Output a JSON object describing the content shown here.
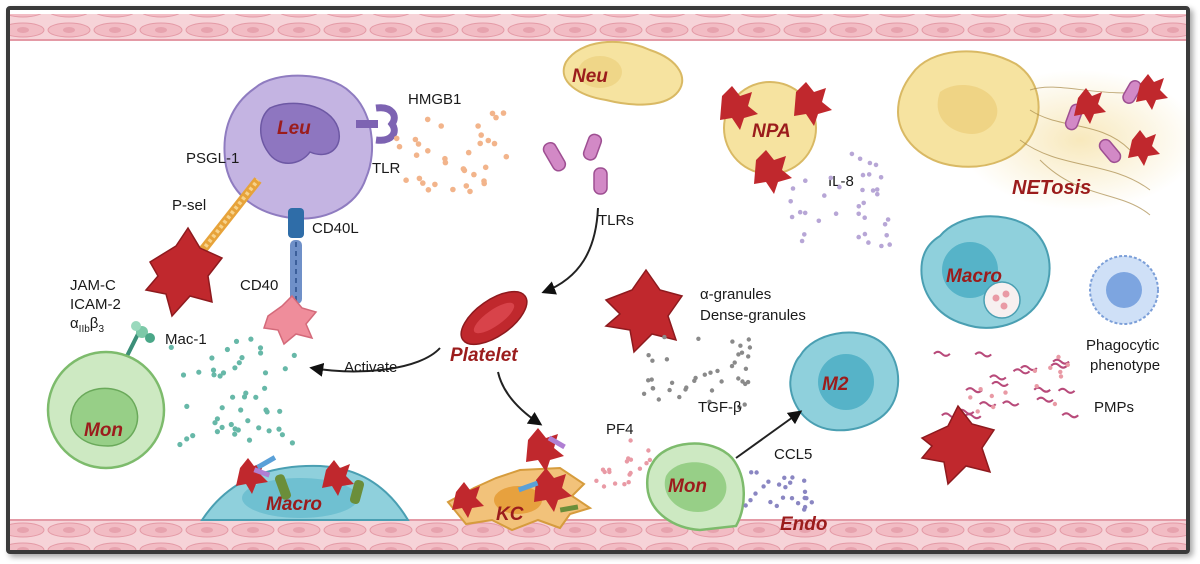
{
  "cells": {
    "leu": "Leu",
    "neu": "Neu",
    "npa": "NPA",
    "netosis": "NETosis",
    "macro_right": "Macro",
    "macro_bottom": "Macro",
    "mon_left": "Mon",
    "mon_bottom": "Mon",
    "m2": "M2",
    "kc": "KC",
    "endo": "Endo",
    "platelet": "Platelet"
  },
  "labels": {
    "hmgb1": "HMGB1",
    "tlr": "TLR",
    "psgl1": "PSGL-1",
    "psel": "P-sel",
    "cd40l": "CD40L",
    "cd40": "CD40",
    "jamc": "JAM-C",
    "icam2": "ICAM-2",
    "alpha": "α",
    "alpha_sub": "IIb",
    "beta": "β",
    "beta_sub": "3",
    "mac1": "Mac-1",
    "activate": "Activate",
    "tlrs": "TLRs",
    "il8": "IL-8",
    "alpha_granules": "α-granules",
    "dense_granules": "Dense-granules",
    "pf4": "PF4",
    "tgfb": "TGF-β",
    "ccl5": "CCL5",
    "phago1": "Phagocytic",
    "phago2": "phenotype",
    "pmps": "PMPs"
  },
  "colors": {
    "platelet_red": "#c0282d",
    "leu_purple": "#b9a8d8",
    "mon_green": "#bfe2b3",
    "macro_blue": "#8fd0dc",
    "neu_yellow": "#f6e3a0",
    "vessel_pink": "#f4c9cf"
  }
}
